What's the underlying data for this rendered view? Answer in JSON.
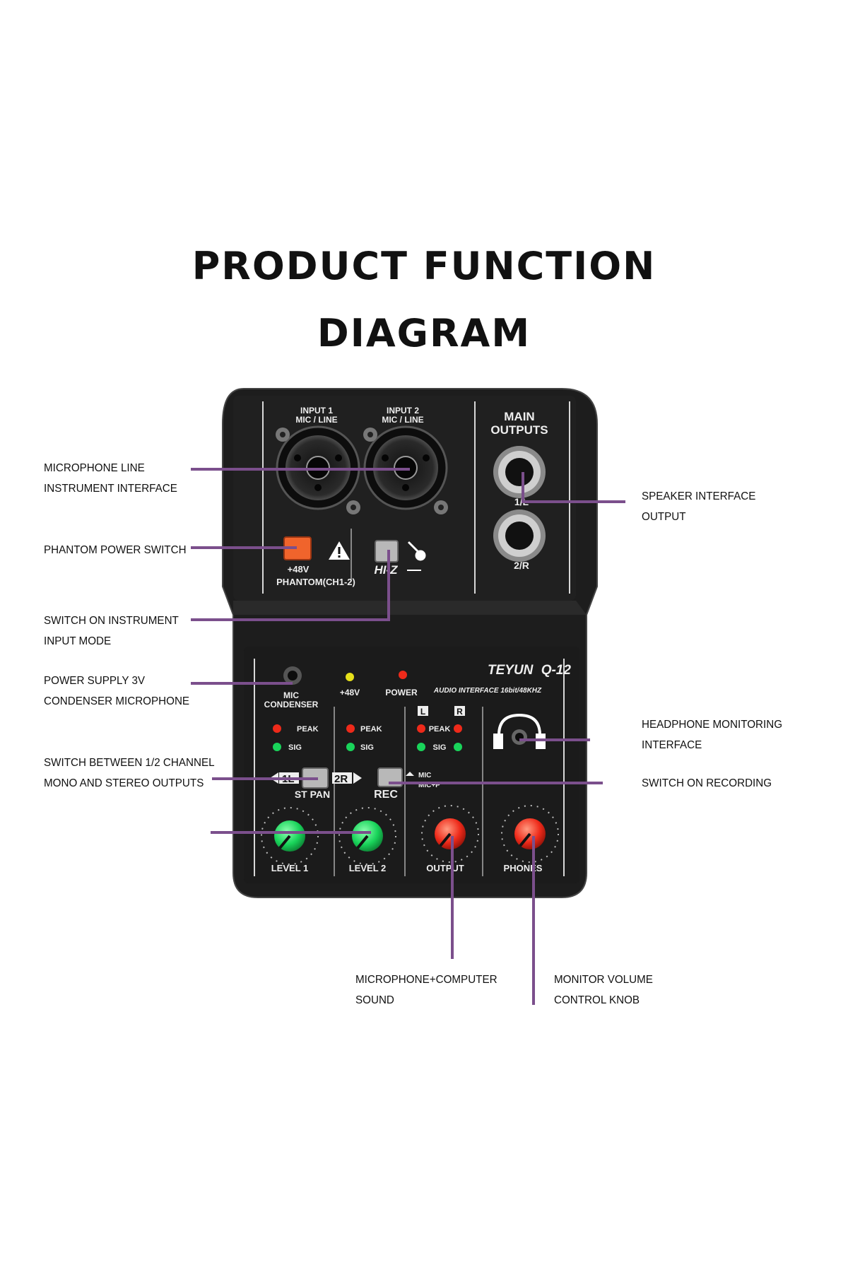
{
  "title": {
    "line1": "PRODUCT FUNCTION",
    "line2": "DIAGRAM"
  },
  "device": {
    "brand": "TEYUN",
    "model": "Q-12",
    "subtitle": "AUDIO INTERFACE 16bit/48KHZ",
    "input1": [
      "INPUT 1",
      "MIC / LINE"
    ],
    "input2": [
      "INPUT 2",
      "MIC / LINE"
    ],
    "main_outputs": [
      "MAIN",
      "OUTPUTS"
    ],
    "out1": "1/L",
    "out2": "2/R",
    "phantom_48v": "+48V",
    "phantom_ch": "PHANTOM(CH1-2)",
    "hiz": "HI-Z",
    "mic_condenser": [
      "MIC",
      "CONDENSER"
    ],
    "led_48v": "+48V",
    "led_power": "POWER",
    "peak": "PEAK",
    "sig": "SIG",
    "l": "L",
    "r": "R",
    "pan_1l": "1L",
    "pan_2r": "2R",
    "st_pan": "ST PAN",
    "rec": "REC",
    "rec_mic": "MIC",
    "rec_micp": "MIC+P",
    "knobs": [
      "LEVEL 1",
      "LEVEL 2",
      "OUTPUT",
      "PHONES"
    ],
    "colors": {
      "body": "#1d1d1d",
      "green": "#19d45a",
      "red": "#ee2a1a",
      "orange": "#f0642c",
      "leader": "#7b4f8c"
    }
  },
  "labels": {
    "mic_line": [
      "MICROPHONE LINE",
      "INSTRUMENT INTERFACE"
    ],
    "phantom": [
      "PHANTOM POWER SWITCH"
    ],
    "instrument": [
      "SWITCH ON INSTRUMENT",
      "INPUT MODE"
    ],
    "power3v": [
      "POWER SUPPLY 3V",
      "CONDENSER MICROPHONE"
    ],
    "mono_stereo": [
      "SWITCH BETWEEN 1/2 CHANNEL",
      "MONO AND STEREO OUTPUTS"
    ],
    "speaker": [
      "SPEAKER INTERFACE",
      "OUTPUT"
    ],
    "headphone": [
      "HEADPHONE MONITORING",
      "INTERFACE"
    ],
    "recording": [
      "SWITCH ON RECORDING"
    ],
    "mic_computer": [
      "MICROPHONE+COMPUTER",
      "SOUND"
    ],
    "monitor_volume": [
      "MONITOR VOLUME",
      "CONTROL KNOB"
    ]
  }
}
